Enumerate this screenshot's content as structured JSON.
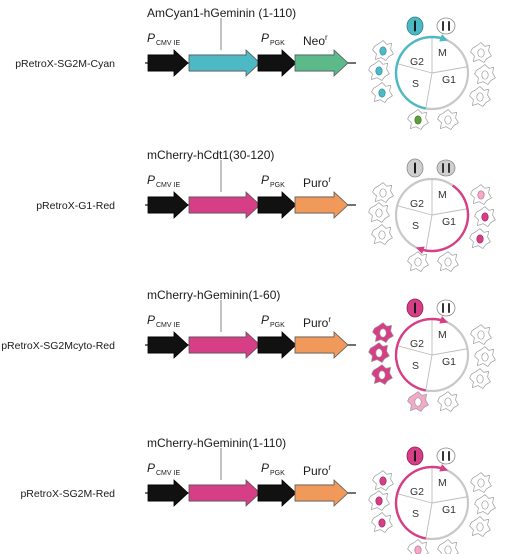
{
  "colors": {
    "cyan": "#4db9c4",
    "neo": "#5bb98a",
    "magenta": "#d63e86",
    "puro": "#f1995a",
    "promoter": "#111111",
    "cell_gray": "#c9c9c9",
    "circle_gray": "#c8c8c8",
    "pink_light": "#f2aac6",
    "green_nucleus": "#5d9f3e"
  },
  "constructs": [
    {
      "vector_name": "pRetroX-SG2M-Cyan",
      "gene_label": "AmCyan1-hGeminin (1-110)",
      "promoter1": "P",
      "promoter1_sub": "CMV IE",
      "promoter2": "P",
      "promoter2_sub": "PGK",
      "marker": "Neo",
      "marker_sup": "r",
      "fusion_color": "cyan",
      "marker_color": "neo",
      "phases": [
        "M",
        "G2",
        "S",
        "G1"
      ],
      "arc_color": "cyan",
      "cells": [
        {
          "shape": "round",
          "nucleus": "cyan"
        },
        {
          "shape": "round",
          "nucleus": "empty2"
        },
        {
          "shape": "flat",
          "nucleus": "empty"
        },
        {
          "shape": "flat",
          "nucleus": "empty"
        },
        {
          "shape": "flat",
          "nucleus": "empty"
        },
        {
          "shape": "flat",
          "nucleus": "empty"
        },
        {
          "shape": "flat",
          "nucleus": "green"
        },
        {
          "shape": "flat",
          "nucleus": "cyan"
        },
        {
          "shape": "flat",
          "nucleus": "cyan"
        },
        {
          "shape": "flat",
          "nucleus": "cyan"
        }
      ]
    },
    {
      "vector_name": "pRetroX-G1-Red",
      "gene_label": "mCherry-hCdt1(30-120)",
      "promoter1": "P",
      "promoter1_sub": "CMV IE",
      "promoter2": "P",
      "promoter2_sub": "PGK",
      "marker": "Puro",
      "marker_sup": "r",
      "fusion_color": "magenta",
      "marker_color": "puro",
      "phases": [
        "M",
        "G2",
        "S",
        "G1"
      ],
      "arc_color": "magenta",
      "cells": [
        {
          "shape": "round",
          "nucleus": "gray"
        },
        {
          "shape": "round",
          "nucleus": "gray2"
        },
        {
          "shape": "flat",
          "nucleus": "pink"
        },
        {
          "shape": "flat",
          "nucleus": "magenta"
        },
        {
          "shape": "flat",
          "nucleus": "magenta"
        },
        {
          "shape": "flat",
          "nucleus": "empty"
        },
        {
          "shape": "flat",
          "nucleus": "empty"
        },
        {
          "shape": "flat",
          "nucleus": "empty"
        },
        {
          "shape": "flat",
          "nucleus": "empty"
        },
        {
          "shape": "flat",
          "nucleus": "empty"
        }
      ]
    },
    {
      "vector_name": "pRetroX-SG2Mcyto-Red",
      "gene_label": "mCherry-hGeminin(1-60)",
      "promoter1": "P",
      "promoter1_sub": "CMV IE",
      "promoter2": "P",
      "promoter2_sub": "PGK",
      "marker": "Puro",
      "marker_sup": "r",
      "fusion_color": "magenta",
      "marker_color": "puro",
      "phases": [
        "M",
        "G2",
        "S",
        "G1"
      ],
      "arc_color": "magenta",
      "cells": [
        {
          "shape": "round",
          "nucleus": "magenta"
        },
        {
          "shape": "round",
          "nucleus": "empty2"
        },
        {
          "shape": "flat",
          "nucleus": "empty"
        },
        {
          "shape": "flat",
          "nucleus": "empty"
        },
        {
          "shape": "flat",
          "nucleus": "empty"
        },
        {
          "shape": "flat",
          "nucleus": "empty"
        },
        {
          "shape": "flat",
          "nucleus": "pinkcyto"
        },
        {
          "shape": "flat",
          "nucleus": "magentacyto"
        },
        {
          "shape": "flat",
          "nucleus": "magentacyto"
        },
        {
          "shape": "flat",
          "nucleus": "magentacyto"
        }
      ]
    },
    {
      "vector_name": "pRetroX-SG2M-Red",
      "gene_label": "mCherry-hGeminin(1-110)",
      "promoter1": "P",
      "promoter1_sub": "CMV IE",
      "promoter2": "P",
      "promoter2_sub": "PGK",
      "marker": "Puro",
      "marker_sup": "r",
      "fusion_color": "magenta",
      "marker_color": "puro",
      "phases": [
        "M",
        "G2",
        "S",
        "G1"
      ],
      "arc_color": "magenta",
      "cells": [
        {
          "shape": "round",
          "nucleus": "magenta"
        },
        {
          "shape": "round",
          "nucleus": "empty2"
        },
        {
          "shape": "flat",
          "nucleus": "empty"
        },
        {
          "shape": "flat",
          "nucleus": "empty"
        },
        {
          "shape": "flat",
          "nucleus": "empty"
        },
        {
          "shape": "flat",
          "nucleus": "empty"
        },
        {
          "shape": "flat",
          "nucleus": "pink"
        },
        {
          "shape": "flat",
          "nucleus": "magenta"
        },
        {
          "shape": "flat",
          "nucleus": "magenta"
        },
        {
          "shape": "flat",
          "nucleus": "magenta"
        }
      ]
    }
  ]
}
